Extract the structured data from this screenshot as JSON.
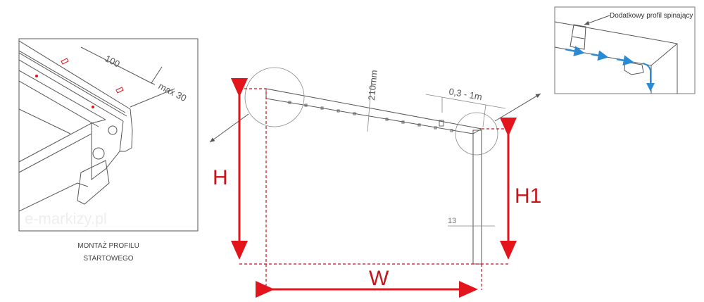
{
  "left_panel": {
    "dim_length": "100",
    "dim_max": "max 30",
    "watermark": "e-markizy.pl",
    "caption_line1": "MONTAŻ PROFILU",
    "caption_line2": "STARTOWEGO"
  },
  "inset": {
    "label": "Dodatkowy profil spinający"
  },
  "main": {
    "beam_height": "210mm",
    "overhang": "0,3 - 1m",
    "post_width": "13",
    "height_label": "H",
    "height1_label": "H1",
    "width_label": "W"
  },
  "colors": {
    "dimension_red": "#e3141b",
    "flow_blue": "#2a8ad4"
  }
}
